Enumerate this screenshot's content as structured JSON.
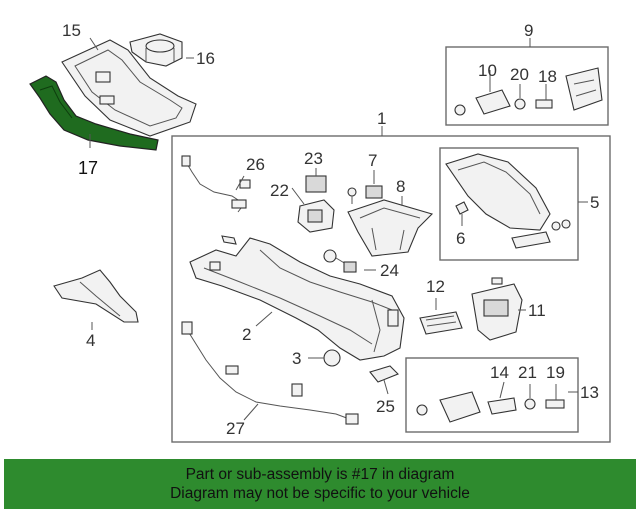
{
  "highlight_color": "#2e8b2e",
  "highlight_part_color": "#1f6b1f",
  "callouts": {
    "c1": "1",
    "c2": "2",
    "c3": "3",
    "c4": "4",
    "c5": "5",
    "c6": "6",
    "c7": "7",
    "c8": "8",
    "c9": "9",
    "c10": "10",
    "c11": "11",
    "c12": "12",
    "c13": "13",
    "c14": "14",
    "c15": "15",
    "c16": "16",
    "c17": "17",
    "c18": "18",
    "c19": "19",
    "c20": "20",
    "c21": "21",
    "c22": "22",
    "c23": "23",
    "c24": "24",
    "c25": "25",
    "c26": "26",
    "c27": "27"
  },
  "banner": {
    "line1": "Part or sub-assembly is #17 in diagram",
    "line2": "Diagram may not be specific to your vehicle"
  }
}
